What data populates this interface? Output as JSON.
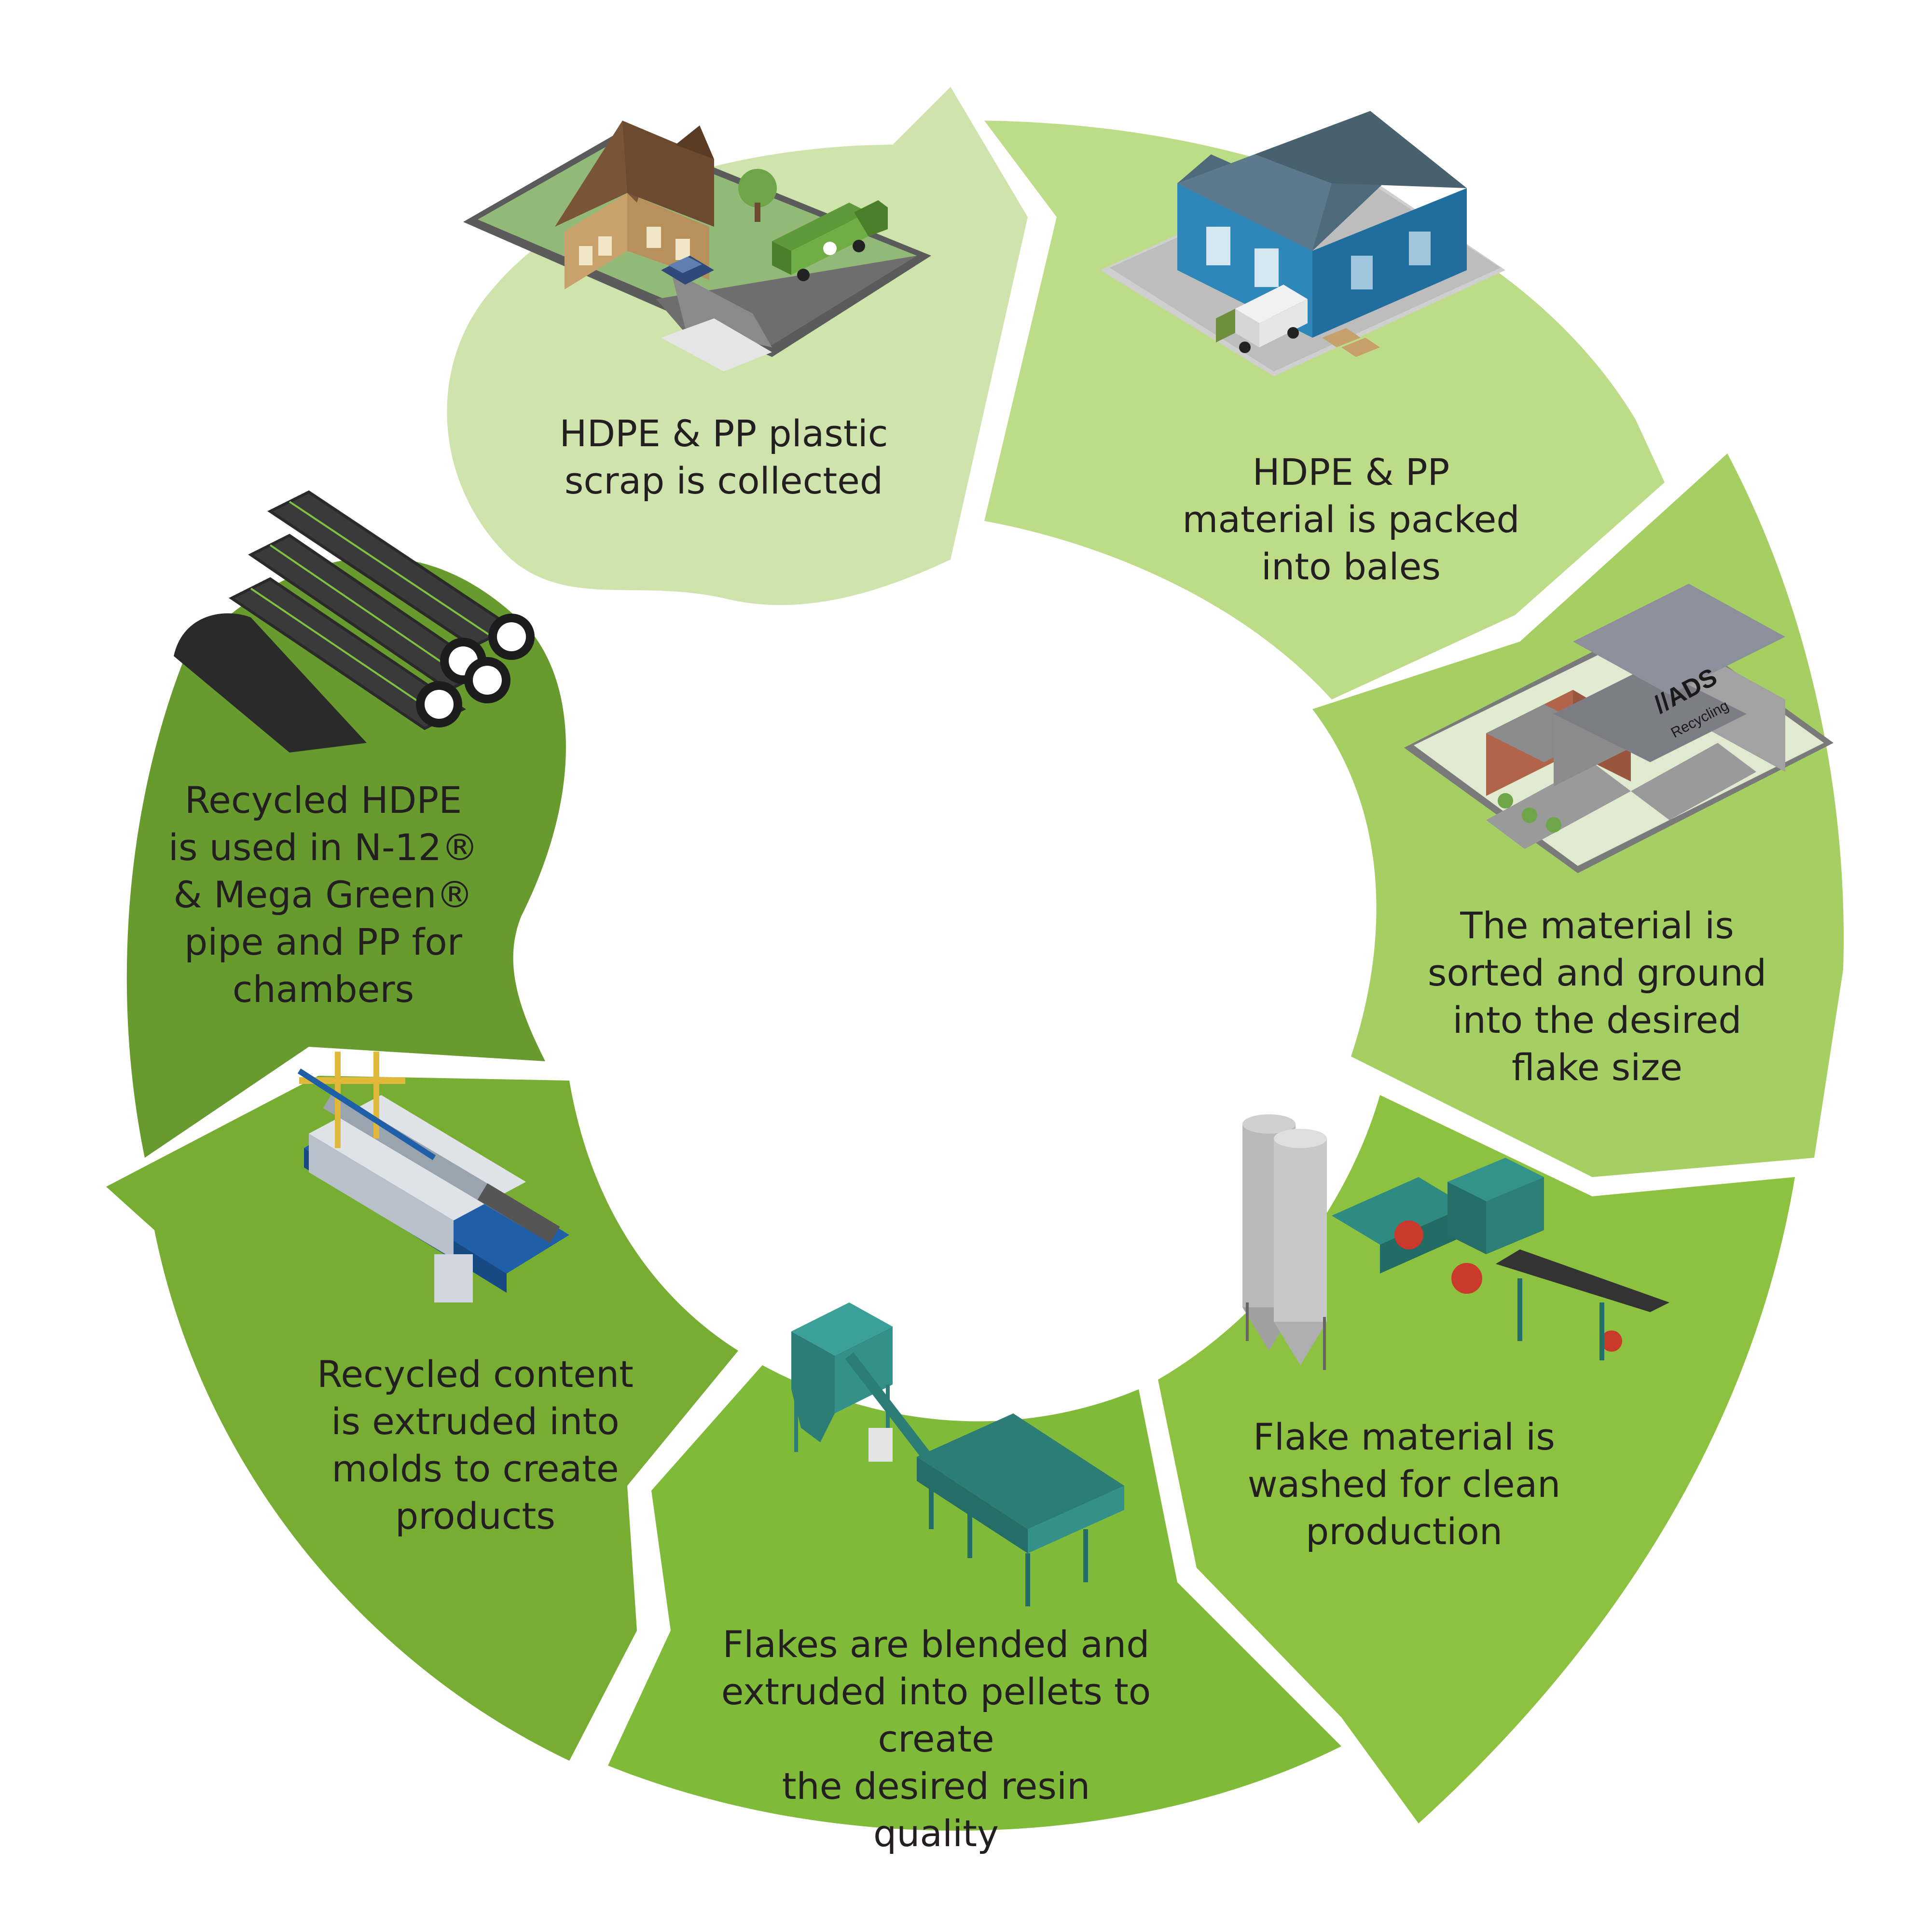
{
  "diagram": {
    "type": "recycling-cycle",
    "stages": [
      {
        "id": "collect",
        "label": "HDPE & PP plastic\nscrap is collected",
        "color": "#cfe4ad",
        "icon": "house-and-garbage-truck-icon"
      },
      {
        "id": "bale",
        "label": "HDPE & PP\nmaterial is packed\ninto bales",
        "color": "#bcdc88",
        "icon": "recycling-warehouse-icon"
      },
      {
        "id": "sort",
        "label": "The material is\nsorted and ground\ninto the desired\nflake size",
        "color": "#a6cf63",
        "icon": "ads-recycling-plant-icon",
        "sign_text": "ADS Recycling"
      },
      {
        "id": "wash",
        "label": "Flake material is\nwashed for clean\nproduction",
        "color": "#8cc23f",
        "icon": "silo-and-wash-line-icon"
      },
      {
        "id": "pelletize",
        "label": "Flakes are blended and\nextruded into pellets to create\nthe desired resin quality",
        "color": "#80ba39",
        "icon": "blending-hopper-icon"
      },
      {
        "id": "extrude",
        "label": "Recycled content\nis extruded into\nmolds to create\nproducts",
        "color": "#78ad33",
        "icon": "pipe-extruder-icon"
      },
      {
        "id": "products",
        "label": "Recycled HDPE\nis used in N-12®\n& Mega Green®\npipe and PP for\nchambers",
        "color": "#689b2e",
        "icon": "pipe-stack-icon"
      }
    ]
  }
}
